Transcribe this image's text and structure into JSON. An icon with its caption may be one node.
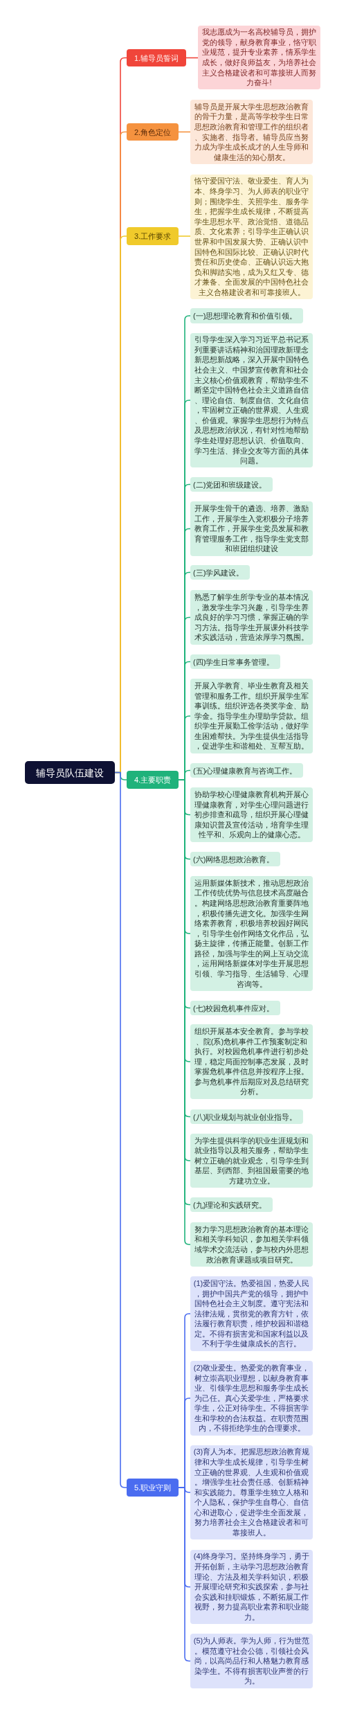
{
  "diagram": {
    "nodes": [
      {
        "text": [
          "辅导员队伍建设"
        ]
      },
      {
        "text": [
          "1.辅导员誓词"
        ]
      },
      {
        "text": [
          "我志愿成为一名高校辅导员，拥护党的领导，献身教育事业，恪守职业规范，提升专业素养，情系学生成长，做好良师益友，为培养社会主义合格建设者和可靠接班人而努力奋斗!"
        ]
      },
      {
        "text": [
          "2.角色定位"
        ]
      },
      {
        "text": [
          "辅导员是开展大学生思想政治教育的骨干力量，是高等学校学生日常思想政治教育和管理工作的组织者、实施者、指导者。辅导员应当努力成为学生成长成才的人生导师和健康生活的知心朋友。"
        ]
      },
      {
        "text": [
          "3.工作要求"
        ]
      },
      {
        "text": [
          "恪守爱国守法、敬业爱生、育人为本、终身学习、为人师表的职业守则；围绕学生、关照学生、服务学生，把握学生成长规律，不断提高学生思想水平、政治觉悟、道德品质、文化素养；引导学生正确认识世界和中国发展大势、正确认识中国特色和国际比较、正确认识时代责任和历史使命、正确认识远大抱负和脚踏实地，成为又红又专、德才兼备、全面发展的中国特色社会主义合格建设者和可靠接班人。"
        ]
      },
      {
        "text": [
          "4.主要职责"
        ]
      },
      {
        "text": [
          "(一)思想理论教育和价值引领。"
        ]
      },
      {
        "text": [
          "引导学生深入学习习近平总书记系列重要讲话精神和治国理政新理念新思想新战略，深入开展中国特色社会主义、中国梦宣传教育和社会主义核心价值观教育，帮助学生不断坚定中国特色社会主义道路自信、理论自信、制度自信、文化自信，牢固树立正确的世界观、人生观、价值观。掌握学生思想行为特点及思想政治状况，有针对性地帮助学生处理好思想认识、价值取向、学习生活、择业交友等方面的具体问题。"
        ]
      },
      {
        "text": [
          "(二)党团和班级建设。"
        ]
      },
      {
        "text": [
          "开展学生骨干的遴选、培养、激励工作，开展学生入党积极分子培养教育工作，开展学生党员发展和教育管理服务工作，指导学生党支部和班团组织建设"
        ]
      },
      {
        "text": [
          "(三)学风建设。"
        ]
      },
      {
        "text": [
          "熟悉了解学生所学专业的基本情况，激发学生学习兴趣，引导学生养成良好的学习习惯，掌握正确的学习方法。指导学生开展课外科技学术实践活动，营造浓厚学习氛围。"
        ]
      },
      {
        "text": [
          "(四)学生日常事务管理。"
        ]
      },
      {
        "text": [
          "开展入学教育、毕业生教育及相关管理和服务工作。组织开展学生军事训练。组织评选各类奖学金、助学金。指导学生办理助学贷款。组织学生开展勤工俭学活动，做好学生困难帮扶。为学生提供生活指导，促进学生和谐相处、互帮互助。"
        ]
      },
      {
        "text": [
          "(五)心理健康教育与咨询工作。"
        ]
      },
      {
        "text": [
          "协助学校心理健康教育机构开展心理健康教育，对学生心理问题进行初步排查和疏导，组织开展心理健康知识普及宣传活动，培育学生理性平和、乐观向上的健康心态。"
        ]
      },
      {
        "text": [
          "(六)网络思想政治教育。"
        ]
      },
      {
        "text": [
          "运用新媒体新技术，推动思想政治工作传统优势与信息技术高度融合。构建网络思想政治教育重要阵地，积极传播先进文化。加强学生网络素养教育，积极培养校园好网民，引导学生创作网络文化作品，弘扬主旋律，传播正能量。创新工作路径，加强与学生的网上互动交流，运用网络新媒体对学生开展思想引领、学习指导、生活辅导、心理咨询等。"
        ]
      },
      {
        "text": [
          "(七)校园危机事件应对。"
        ]
      },
      {
        "text": [
          "组织开展基本安全教育。参与学校、院(系)危机事件工作预案制定和执行。对校园危机事件进行初步处理，稳定局面控制事态发展，及时掌握危机事件信息并按程序上报。参与危机事件后期应对及总结研究分析。"
        ]
      },
      {
        "text": [
          "(八)职业规划与就业创业指导。"
        ]
      },
      {
        "text": [
          "为学生提供科学的职业生涯规划和就业指导以及相关服务，帮助学生树立正确的就业观念，引导学生到基层、到西部、到祖国最需要的地方建功立业。"
        ]
      },
      {
        "text": [
          "(九)理论和实践研究。"
        ]
      },
      {
        "text": [
          "努力学习思想政治教育的基本理论和相关学科知识，参加相关学科领域学术交流活动，参与校内外思想政治教育课题或项目研究。"
        ]
      },
      {
        "text": [
          "5.职业守则"
        ]
      },
      {
        "text": [
          "(1)爱国守法。热爱祖国，热爱人民，拥护中国共产党的领导，拥护中国特色社会主义制度。遵守宪法和法律法规，贯彻党的教育方针，依法履行教育职责，维护校园和谐稳定。不得有损害党和国家利益以及不利于学生健康成长的言行。"
        ]
      },
      {
        "text": [
          "(2)敬业爱生。热爱党的教育事业，树立崇高职业理想，以献身教育事业、引领学生思想和服务学生成长为己任。真心关爱学生，严格要求学生，公正对待学生。不得损害学生和学校的合法权益。在职责范围内，不得拒绝学生的合理要求。"
        ]
      },
      {
        "text": [
          "(3)育人为本。把握思想政治教育规律和大学生成长规律，引导学生树立正确的世界观、人生观和价值观。增强学生社会责任感、创新精神和实践能力。尊重学生独立人格和个人隐私，保护学生自尊心、自信心和进取心，促进学生全面发展，努力培养社会主义合格建设者和可靠接班人。"
        ]
      },
      {
        "text": [
          "(4)终身学习。坚持终身学习，勇于开拓创新，主动学习思想政治教育理论、方法及相关学科知识，积极开展理论研究和实践探索，参与社会实践和挂职锻炼，不断拓展工作视野，努力提高职业素养和职业能力。"
        ]
      },
      {
        "text": [
          "(5)为人师表。学为人师，行为世范。模范遵守社会公德，引领社会风尚，以高尚品行和人格魅力教育感染学生。不得有损害职业声誉的行为。"
        ]
      }
    ],
    "edges": [
      {
        "from": 0,
        "to": 1,
        "arrow": "none",
        "color": "#f0453a"
      },
      {
        "from": 1,
        "to": 2,
        "arrow": "none",
        "color": "#f0453a"
      },
      {
        "from": 0,
        "to": 3,
        "arrow": "none",
        "color": "#f5923f"
      },
      {
        "from": 3,
        "to": 4,
        "arrow": "none",
        "color": "#f5923f"
      },
      {
        "from": 0,
        "to": 5,
        "arrow": "none",
        "color": "#f0ca2b"
      },
      {
        "from": 5,
        "to": 6,
        "arrow": "none",
        "color": "#f0ca2b"
      },
      {
        "from": 0,
        "to": 7,
        "arrow": "none"
      },
      {
        "from": 7,
        "to": 8,
        "arrow": "none"
      },
      {
        "from": 7,
        "to": 9,
        "arrow": "none"
      },
      {
        "from": 7,
        "to": 10,
        "arrow": "none"
      },
      {
        "from": 7,
        "to": 11,
        "arrow": "none"
      },
      {
        "from": 7,
        "to": 12,
        "arrow": "none"
      },
      {
        "from": 7,
        "to": 13,
        "arrow": "none"
      },
      {
        "from": 7,
        "to": 14,
        "arrow": "none"
      },
      {
        "from": 7,
        "to": 15,
        "arrow": "none"
      },
      {
        "from": 7,
        "to": 16,
        "arrow": "none"
      },
      {
        "from": 7,
        "to": 17,
        "arrow": "none"
      },
      {
        "from": 7,
        "to": 18,
        "arrow": "none"
      },
      {
        "from": 7,
        "to": 19,
        "arrow": "none"
      },
      {
        "from": 7,
        "to": 20,
        "arrow": "none"
      },
      {
        "from": 7,
        "to": 21,
        "arrow": "none"
      },
      {
        "from": 7,
        "to": 22,
        "arrow": "none"
      },
      {
        "from": 7,
        "to": 23,
        "arrow": "none"
      },
      {
        "from": 7,
        "to": 24,
        "arrow": "none"
      },
      {
        "from": 7,
        "to": 25,
        "arrow": "none"
      },
      {
        "from": 0,
        "to": 26,
        "arrow": "none",
        "color": "#4a6cf0"
      },
      {
        "from": 26,
        "to": 27,
        "arrow": "none",
        "color": "#4a6cf0"
      },
      {
        "from": 26,
        "to": 28,
        "arrow": "none",
        "color": "#4a6cf0"
      },
      {
        "from": 26,
        "to": 29,
        "arrow": "none",
        "color": "#4a6cf0"
      },
      {
        "from": 26,
        "to": 30,
        "arrow": "none",
        "color": "#4a6cf0"
      },
      {
        "from": 26,
        "to": 31,
        "arrow": "none",
        "color": "#4a6cf0"
      }
    ]
  }
}
